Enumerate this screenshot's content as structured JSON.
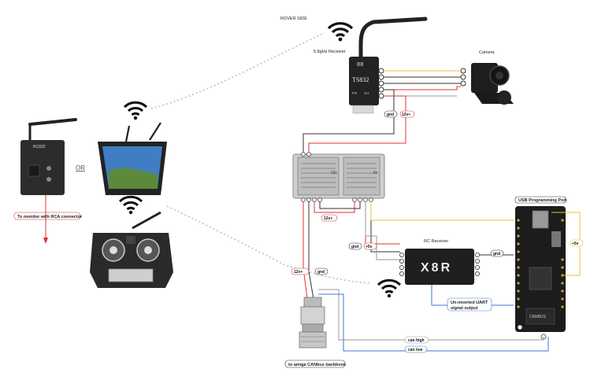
{
  "labels": {
    "rover_side": "ROVER SIDE",
    "receiver_58": "5.8gHz Receiver",
    "camera": "Camera",
    "or": "OR",
    "monitor_note": "To monitor with RCA connector",
    "usb_port": "USB Programming Port",
    "rc_receiver": "RC Receiver",
    "uart_note_1": "Un-inverted UART",
    "uart_note_2": "signal output",
    "can_high": "can high",
    "can_low": "can low",
    "canbus_note": "to amiga CANbus backbone",
    "gnd": "gnd",
    "v12": "12v+",
    "v5": "5v",
    "v12b": "12v+",
    "v5b": "+5v",
    "v5c": "+5v",
    "rc832": "RC832",
    "ts832": "TS832",
    "ch": "CH",
    "fr": "FR",
    "x8r": "X8R",
    "reg_12v": "12v",
    "reg_5v": "5v",
    "canbus_chip": "CANBUS"
  },
  "colors": {
    "red_wire": "#e03030",
    "black_wire": "#333333",
    "yellow_wire": "#e8c030",
    "blue_wire": "#3a7ad8",
    "gray_wire": "#999999",
    "wireless_link": "#9cc8e8",
    "device_dark": "#2a2a2a"
  },
  "icons": [
    "wifi-icon",
    "antenna-icon",
    "camera-icon",
    "monitor-icon",
    "transmitter-icon",
    "regulator-icon",
    "receiver-icon",
    "microcontroller-icon",
    "connector-icon"
  ]
}
